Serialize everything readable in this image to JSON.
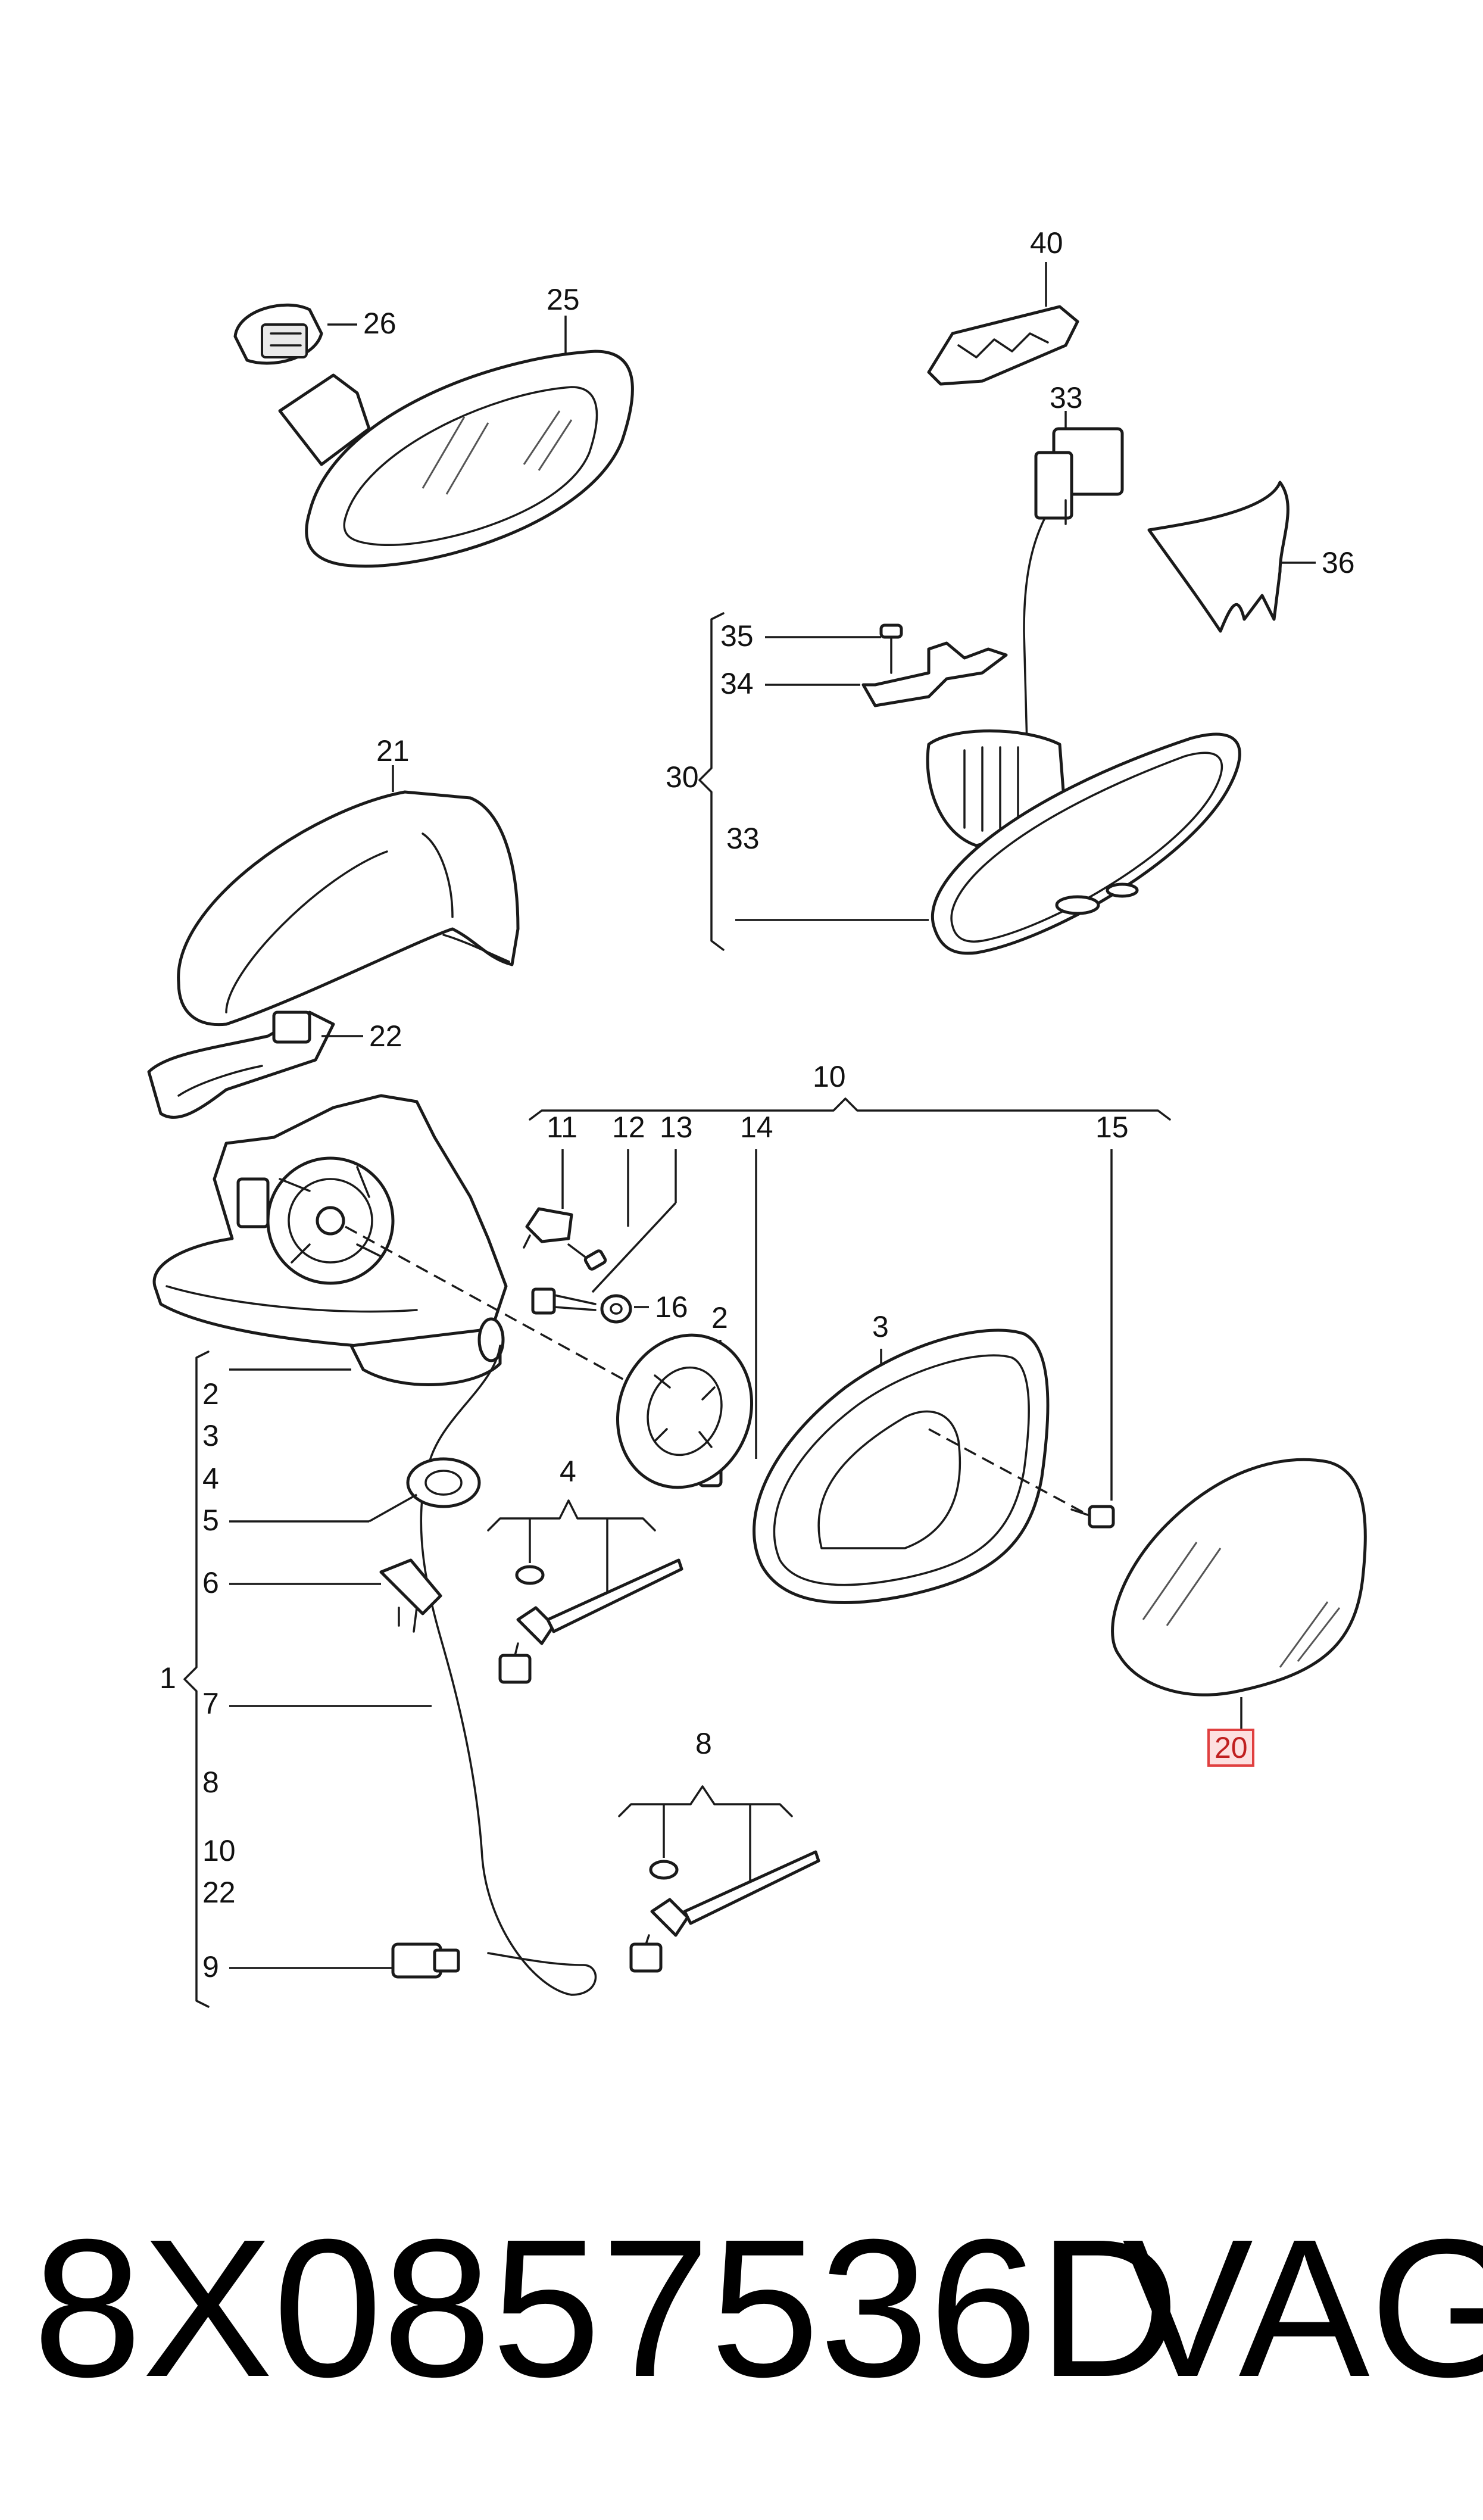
{
  "diagram": {
    "callouts": {
      "c1": "1",
      "c2a": "2",
      "c2b": "2",
      "c3a": "3",
      "c3b": "3",
      "c4a": "4",
      "c4b": "4",
      "c5": "5",
      "c6": "6",
      "c7": "7",
      "c8a": "8",
      "c8b": "8",
      "c9": "9",
      "c10a": "10",
      "c10b": "10",
      "c11": "11",
      "c12": "12",
      "c13": "13",
      "c14": "14",
      "c15": "15",
      "c16": "16",
      "c20": "20",
      "c21": "21",
      "c22a": "22",
      "c22b": "22",
      "c25": "25",
      "c26": "26",
      "c30": "30",
      "c33a": "33",
      "c33b": "33",
      "c34": "34",
      "c35": "35",
      "c36": "36",
      "c40": "40"
    },
    "highlighted_part": "20",
    "highlight_color": "#e04040"
  },
  "footer": {
    "part_number": "8X0857536D",
    "brand": "VAG"
  }
}
